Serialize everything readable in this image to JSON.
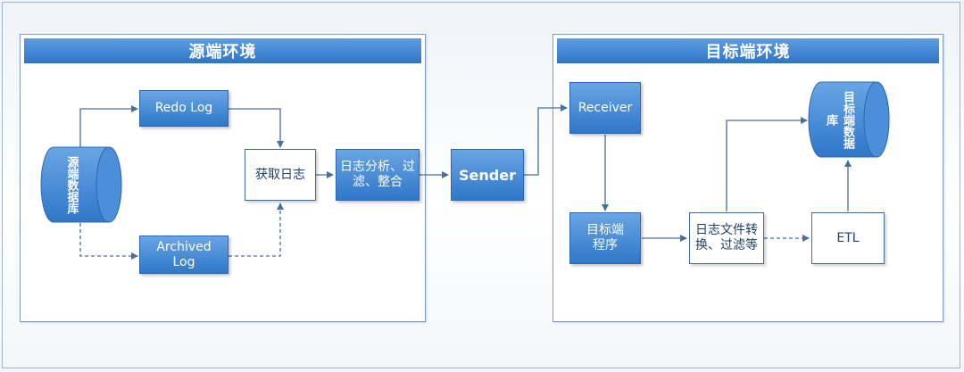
{
  "source_env": {
    "title": "源端环境",
    "db_label": "源端数据库",
    "redo_log": "Redo Log",
    "archived_log": "Archived Log",
    "get_log": "获取日志",
    "analyze": "日志分析、过滤、整合"
  },
  "sender": "Sender",
  "target_env": {
    "title": "目标端环境",
    "receiver": "Receiver",
    "target_program": "目标端程序",
    "convert": "日志文件转换、过滤等",
    "etl": "ETL",
    "db_label": "目标端数据库"
  },
  "colors": {
    "box_blue": "#2f77c9",
    "header_blue": "#2e75c8",
    "arrow": "#4a6f98"
  }
}
